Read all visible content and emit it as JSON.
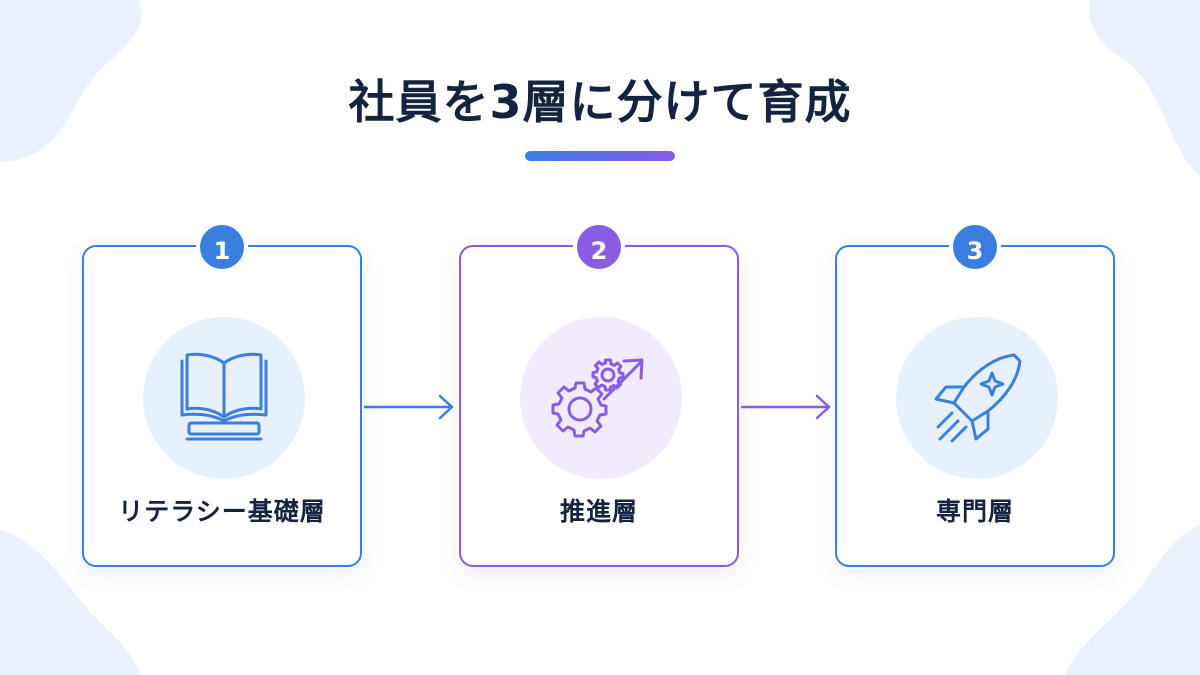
{
  "title": "社員を3層に分けて育成",
  "colors": {
    "blue": "#3a7fe0",
    "purple": "#8a5ce3",
    "text": "#16233f",
    "blue_tint": "#e7f1fd",
    "purple_tint": "#f1ebfd",
    "blob": "#e8f1fd"
  },
  "cards": [
    {
      "number": "1",
      "label": "リテラシー基礎層",
      "icon": "book-icon"
    },
    {
      "number": "2",
      "label": "推進層",
      "icon": "gears-growth-icon"
    },
    {
      "number": "3",
      "label": "専門層",
      "icon": "rocket-icon"
    }
  ]
}
